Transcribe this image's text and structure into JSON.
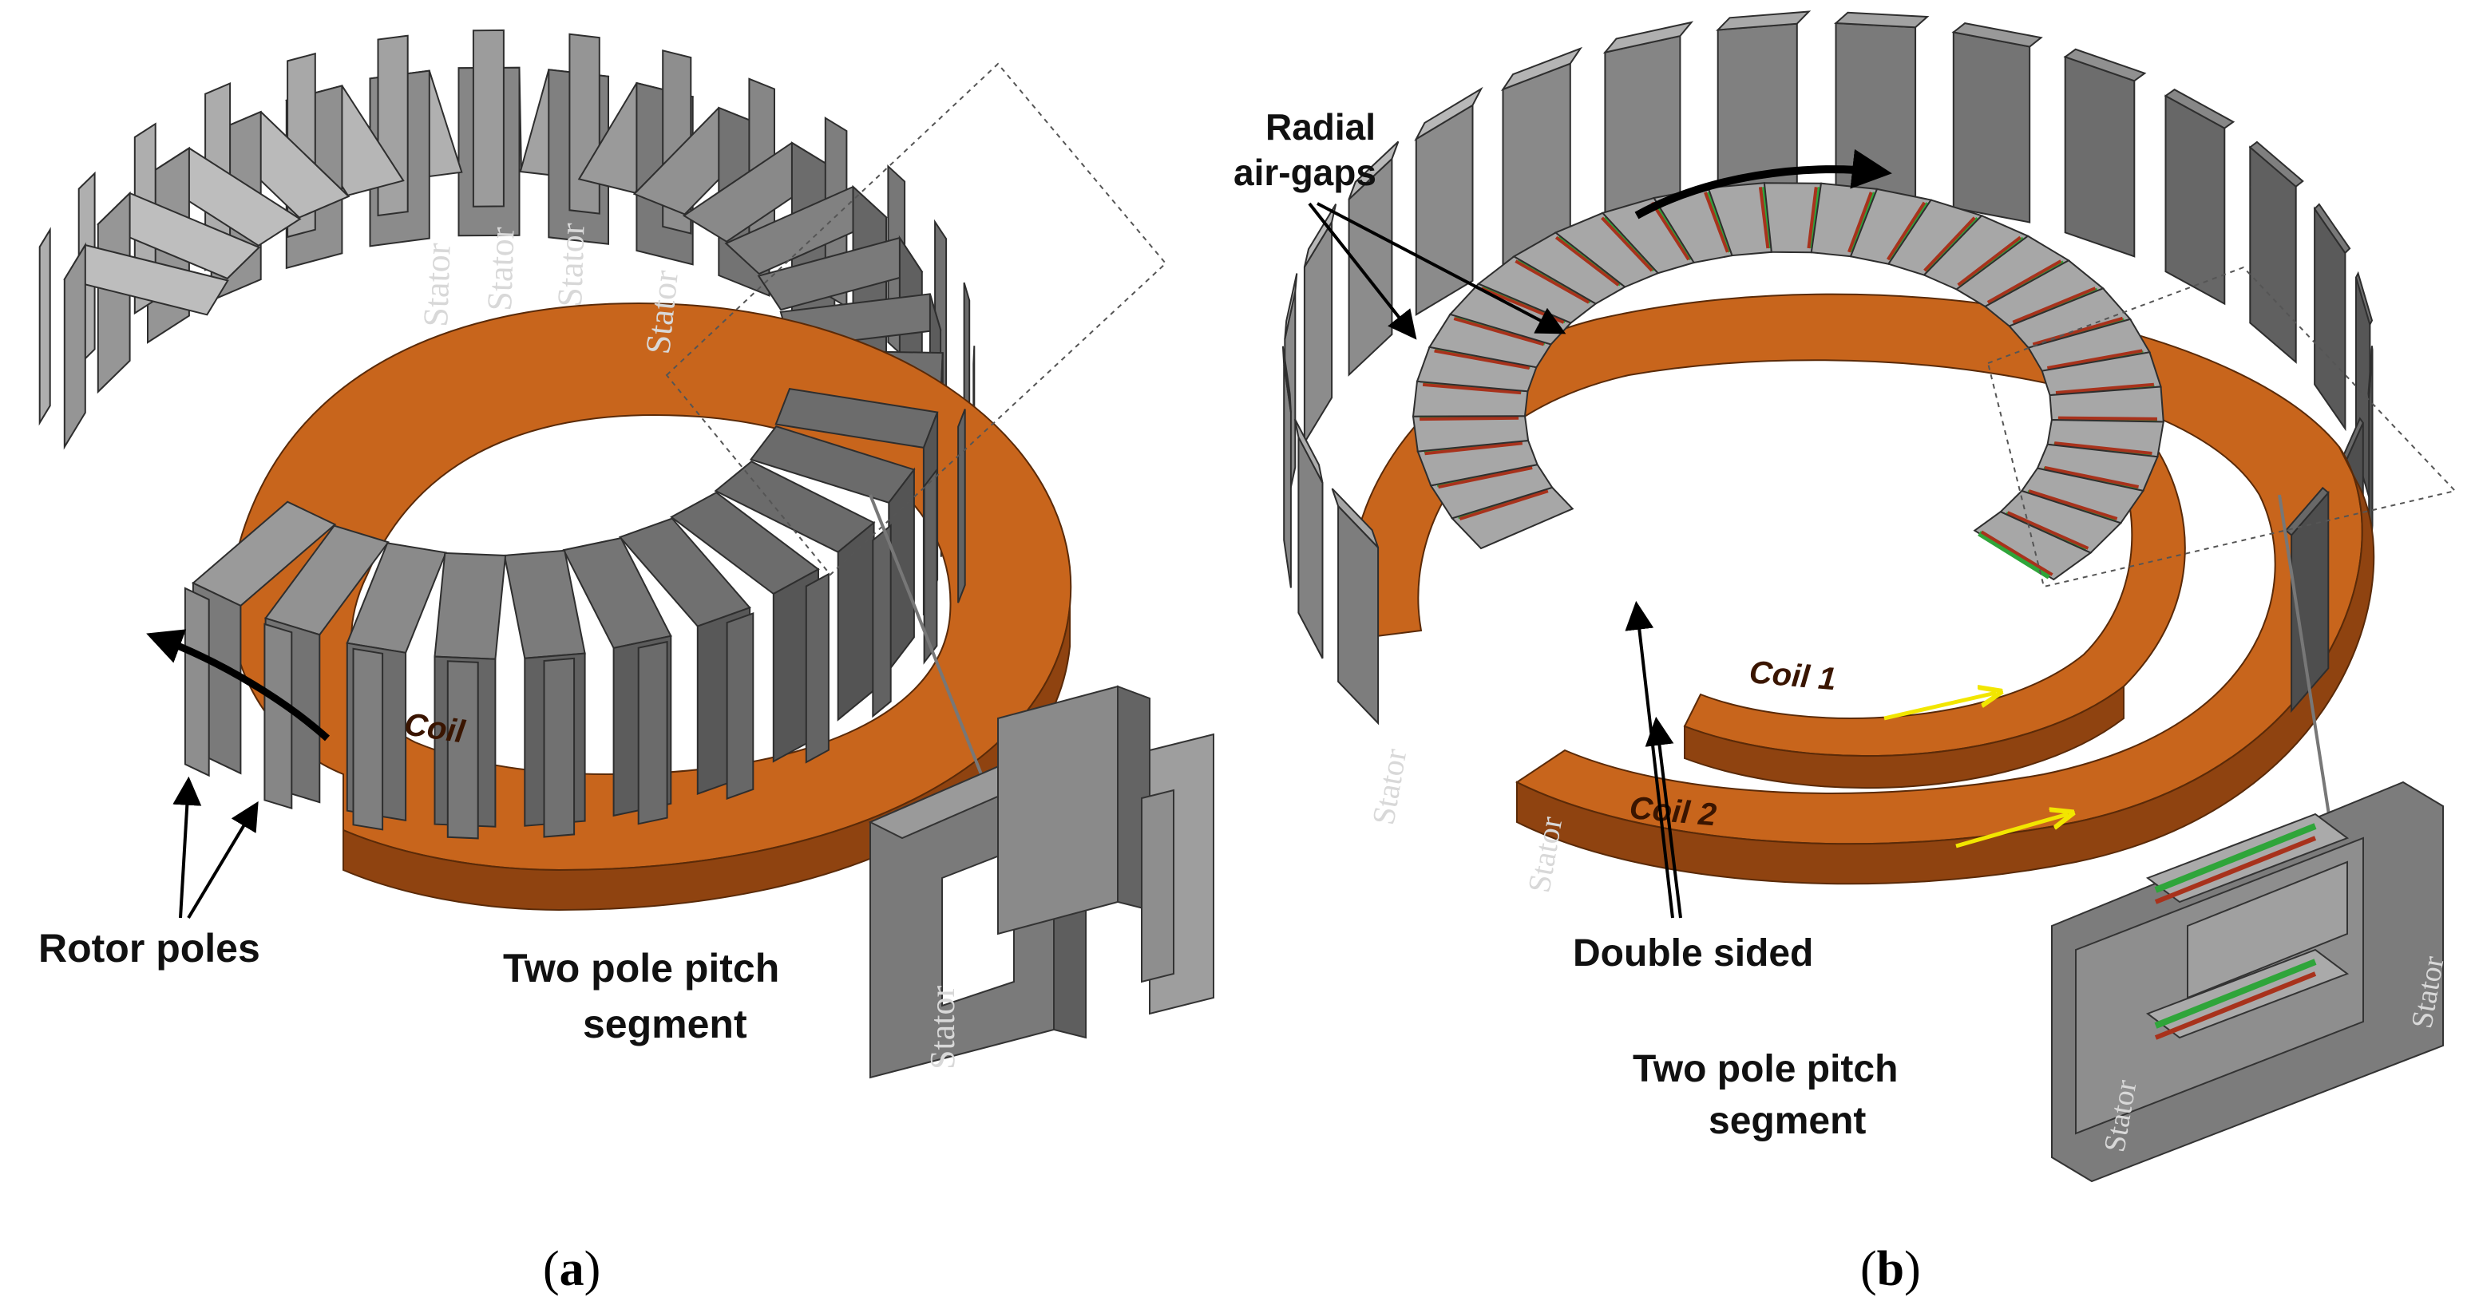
{
  "panel_a": {
    "stator_label": "Stator",
    "coil_label": "Coil",
    "rotor_poles_label": "Rotor poles",
    "segment_label_line1": "Two pole pitch",
    "segment_label_line2": "segment",
    "caption_open": "(",
    "caption_letter": "a",
    "caption_close": ")"
  },
  "panel_b": {
    "radial_label_line1": "Radial",
    "radial_label_line2": "air-gaps",
    "stator_label": "Stator",
    "coil1_label": "Coil 1",
    "coil2_label": "Coil 2",
    "double_sided_label": "Double sided",
    "segment_label_line1": "Two pole pitch",
    "segment_label_line2": "segment",
    "caption_open": "(",
    "caption_letter": "b",
    "caption_close": ")"
  },
  "colors": {
    "coil": "#c8651c",
    "coil_dark": "#8f4310",
    "core_dark": "#6e6e6e",
    "core_light": "#a9a9a9",
    "airgap_green": "#2fa53a",
    "airgap_red": "#a8321c",
    "flux_arrow": "#000000",
    "current_arrow": "#f2e600"
  }
}
